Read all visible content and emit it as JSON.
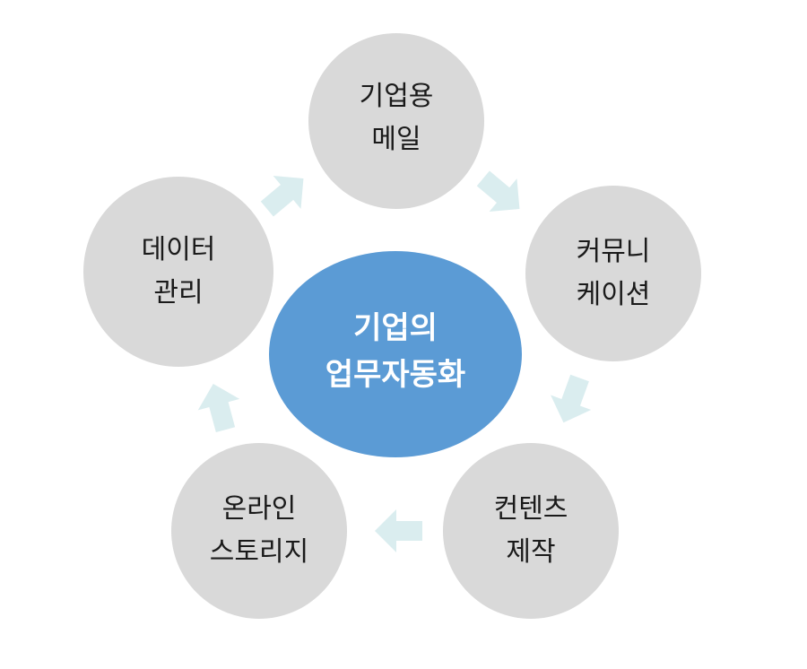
{
  "center": {
    "line1": "기업의",
    "line2": "업무자동화",
    "color": "#5b9bd5"
  },
  "nodes": [
    {
      "line1": "기업용",
      "line2": "메일"
    },
    {
      "line1": "커뮤니",
      "line2": "케이션"
    },
    {
      "line1": "컨텐츠",
      "line2": "제작"
    },
    {
      "line1": "온라인",
      "line2": "스토리지"
    },
    {
      "line1": "데이터",
      "line2": "관리"
    }
  ],
  "colors": {
    "node": "#d9d9d9",
    "arrow": "#daedef"
  }
}
